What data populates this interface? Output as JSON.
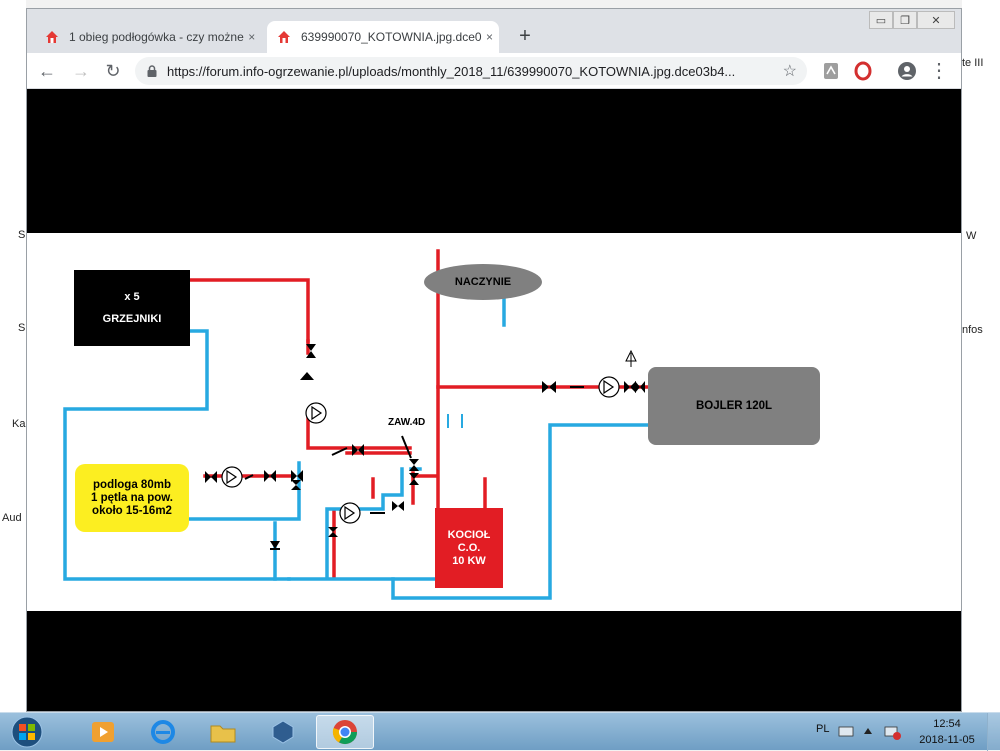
{
  "desktop": {
    "left_fragments": [
      "S",
      "S",
      "Ka",
      "Aud"
    ],
    "right_fragments": [
      "te III",
      "W",
      "nfos"
    ]
  },
  "browser": {
    "tabs": [
      {
        "title": "1 obieg podłogówka - czy możne",
        "close": "×"
      },
      {
        "title": "639990070_KOTOWNIA.jpg.dce0",
        "close": "×"
      }
    ],
    "new_tab": "+",
    "window_controls": {
      "minimize": "▭",
      "restore": "❐",
      "close": "✕"
    },
    "nav": {
      "back": "←",
      "forward": "→",
      "reload": "↻"
    },
    "address_bar": {
      "url": "https://forum.info-ogrzewanie.pl/uploads/monthly_2018_11/639990070_KOTOWNIA.jpg.dce03b4...",
      "star": "☆"
    },
    "menu": "⋮"
  },
  "diagram": {
    "grzejniki": {
      "line1": "x 5",
      "line2": "GRZEJNIKI"
    },
    "podloga": {
      "line1": "podloga 80mb",
      "line2": "1 pętla na pow.",
      "line3": "około 15-16m2"
    },
    "naczynie": "NACZYNIE",
    "kociol": {
      "line1": "KOCIOŁ",
      "line2": "C.O.",
      "line3": "10 KW"
    },
    "bojler": "BOJLER 120L",
    "zawor_label": "ZAW.4D",
    "colors": {
      "supply": "#e21d24",
      "return": "#27a9e1"
    }
  },
  "taskbar": {
    "language": "PL",
    "time": "12:54",
    "date": "2018-11-05"
  }
}
